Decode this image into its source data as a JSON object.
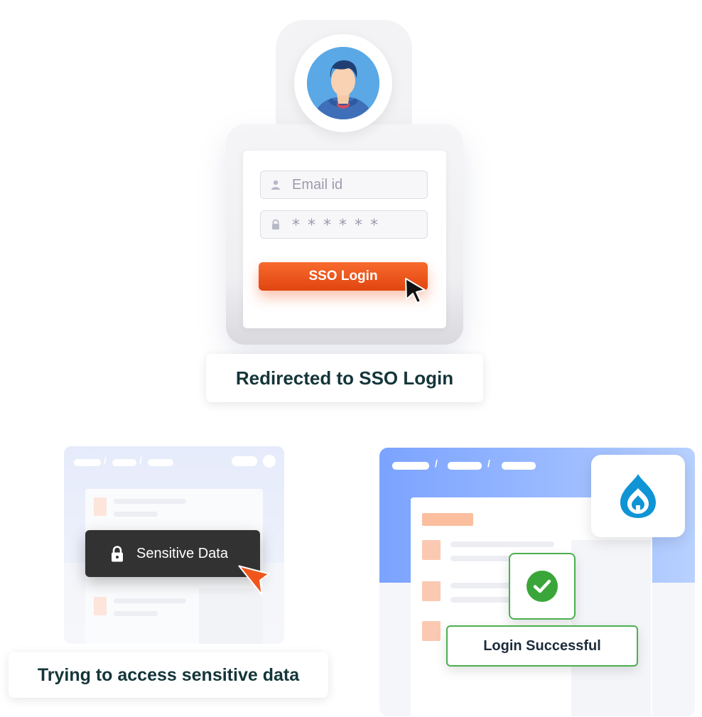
{
  "sso_login": {
    "email_placeholder": "Email id",
    "password_mask": "******",
    "login_button": "SSO Login",
    "caption": "Redirected to SSO Login"
  },
  "sensitive": {
    "chip_label": "Sensitive Data",
    "caption": "Trying to access sensitive data"
  },
  "success": {
    "label": "Login Successful"
  },
  "icons": {
    "user": "user-icon",
    "lock": "lock-icon",
    "cursor": "cursor-icon",
    "check": "check-circle-icon",
    "drupal": "drupal-logo"
  },
  "colors": {
    "accent_orange": "#f0561c",
    "success_green": "#3aa63a",
    "drupal_blue": "#0f94d6",
    "text_dark": "#14353a"
  }
}
